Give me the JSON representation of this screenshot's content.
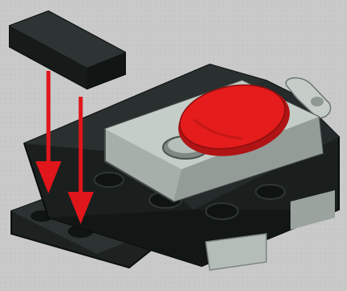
{
  "scene": {
    "kind": "building-instruction-step",
    "background_color": "#c9c9c9",
    "arrow_color": "#e0161b",
    "colors": {
      "black_brick": "#1c2120",
      "black_brick_top": "#2b3130",
      "gray_plate": "#a9b2ad",
      "gray_plate_top": "#c3ccc7",
      "red_round_plate": "#e41c1c"
    }
  },
  "parts": [
    {
      "name": "black-tile-1x2",
      "icon": "black-tile-icon"
    },
    {
      "name": "red-round-plate",
      "icon": "red-dish-icon"
    },
    {
      "name": "light-gray-plate",
      "icon": "gray-plate-icon"
    },
    {
      "name": "black-base-assembly",
      "icon": "black-base-icon"
    }
  ],
  "arrows": [
    {
      "name": "left-down-arrow"
    },
    {
      "name": "right-down-arrow"
    }
  ]
}
